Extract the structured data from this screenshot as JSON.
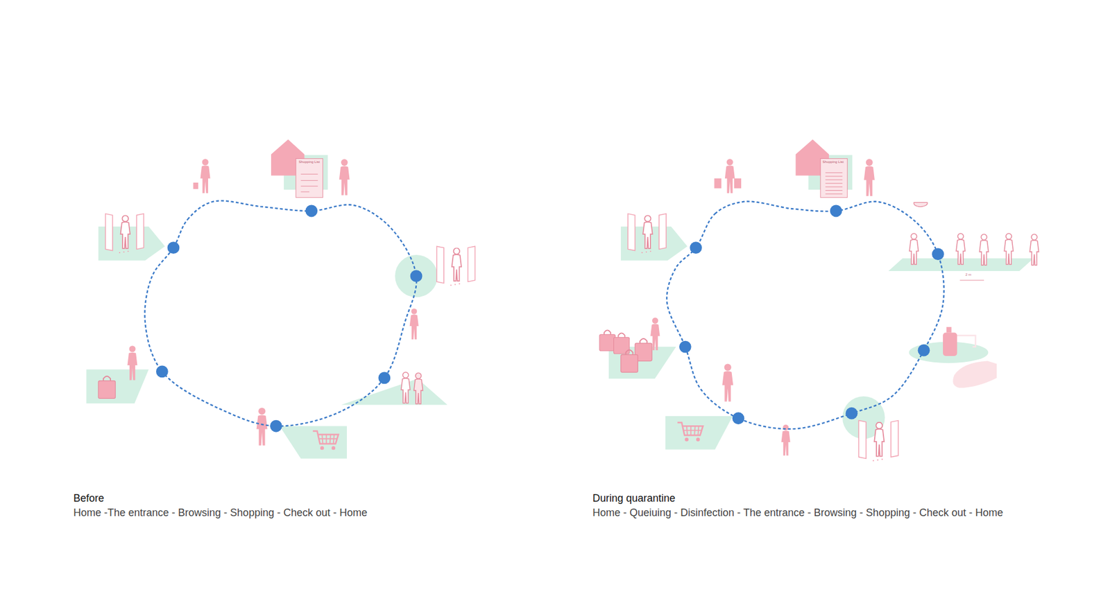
{
  "diagram": {
    "labels": [
      "Shopping List",
      "Before",
      "Home -The entrance - Browsing - Shopping - Check out - Home",
      "Shopping List",
      "2 m",
      "During quarantine",
      "Home - Queiuing - Disinfection - The entrance - Browsing - Shopping - Check out - Home"
    ]
  }
}
